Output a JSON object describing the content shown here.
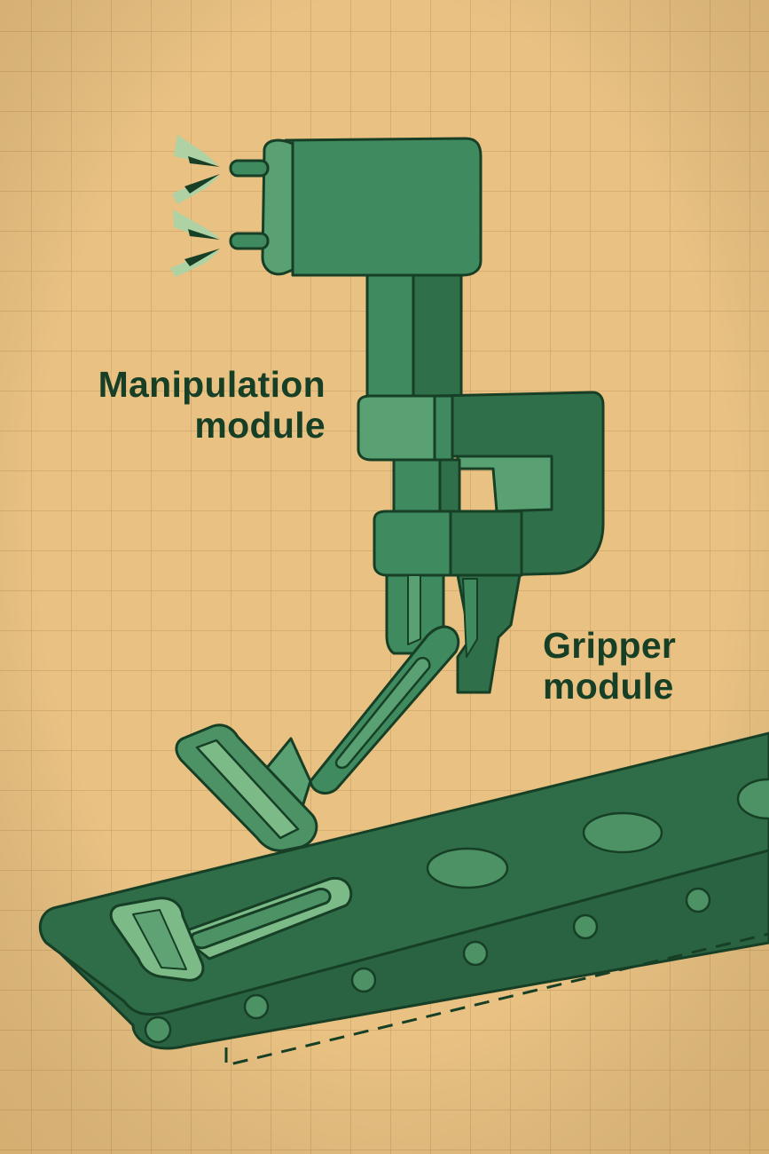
{
  "labels": {
    "manipulation": {
      "line1": "Manipulation",
      "line2": "module"
    },
    "gripper": {
      "line1": "Gripper",
      "line2": "module"
    }
  },
  "colors": {
    "background": "#e9c283",
    "grid": "#c9a166",
    "robot_mid": "#3f8a5e",
    "robot_dark": "#2f6f4a",
    "robot_light": "#59a072",
    "outline": "#163f26",
    "belt": "#2e6d47",
    "belt_spot": "#4c9265",
    "label_text": "#163f26"
  },
  "icons": [
    "spark-icon",
    "razor-icon"
  ]
}
